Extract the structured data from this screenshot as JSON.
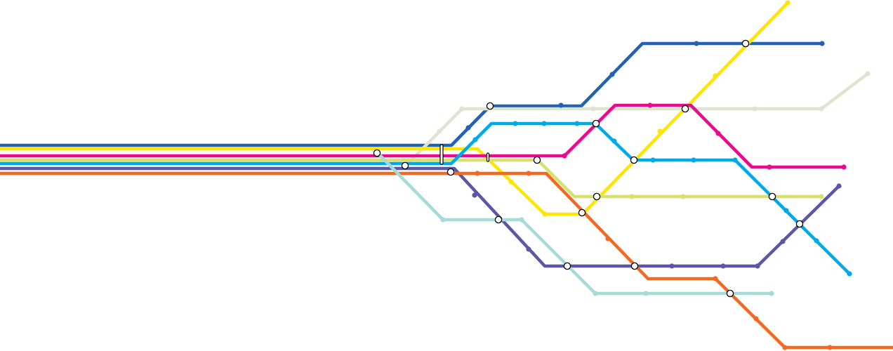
{
  "map": {
    "lines": [
      {
        "id": "dark-blue",
        "color": "#2262b3"
      },
      {
        "id": "pale-sage",
        "color": "#dfe4cf"
      },
      {
        "id": "yellow",
        "color": "#ffe600"
      },
      {
        "id": "magenta",
        "color": "#ea0a8c"
      },
      {
        "id": "lime",
        "color": "#d6e26b"
      },
      {
        "id": "cyan",
        "color": "#00aae7"
      },
      {
        "id": "purple",
        "color": "#5b57a6"
      },
      {
        "id": "orange",
        "color": "#f26a21"
      },
      {
        "id": "pale-teal",
        "color": "#a6dcd8"
      }
    ],
    "interchange_fill": "#ffffff",
    "interchange_stroke": "#000000"
  }
}
